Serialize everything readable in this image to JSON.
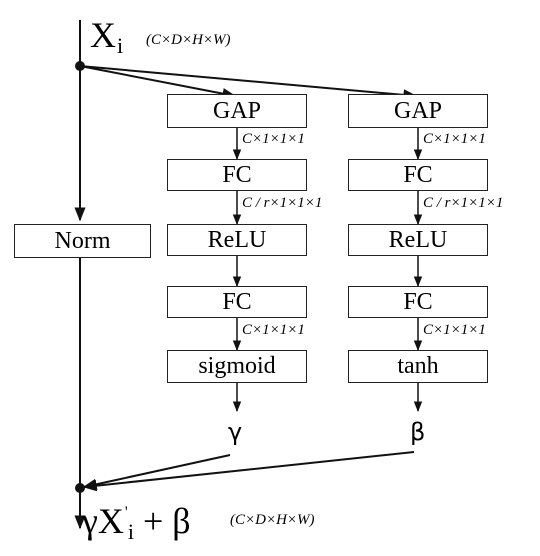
{
  "input": {
    "symbol": "X",
    "subscript": "i",
    "dims": "(C×D×H×W)"
  },
  "norm_label": "Norm",
  "branches": [
    {
      "blocks": [
        "GAP",
        "FC",
        "ReLU",
        "FC",
        "sigmoid"
      ],
      "dims": [
        "C×1×1×1",
        "C / r×1×1×1",
        "C×1×1×1"
      ],
      "output": "γ"
    },
    {
      "blocks": [
        "GAP",
        "FC",
        "ReLU",
        "FC",
        "tanh"
      ],
      "dims": [
        "C×1×1×1",
        "C / r×1×1×1",
        "C×1×1×1"
      ],
      "output": "β"
    }
  ],
  "output": {
    "gamma": "γ",
    "symbol": "X",
    "prime": "'",
    "subscript": "i",
    "plus_beta": " + β",
    "dims": "(C×D×H×W)"
  }
}
